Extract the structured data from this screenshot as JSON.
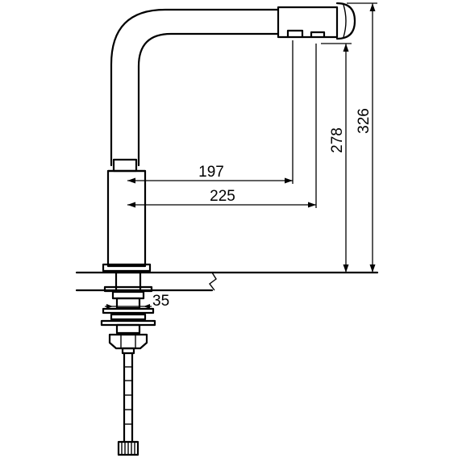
{
  "dimensions": {
    "spout_reach_inner": "197",
    "spout_reach_outer": "225",
    "outlet_height": "278",
    "total_height": "326",
    "mounting_hole_diameter": "35"
  },
  "colors": {
    "line": "#000000",
    "background": "#ffffff"
  }
}
